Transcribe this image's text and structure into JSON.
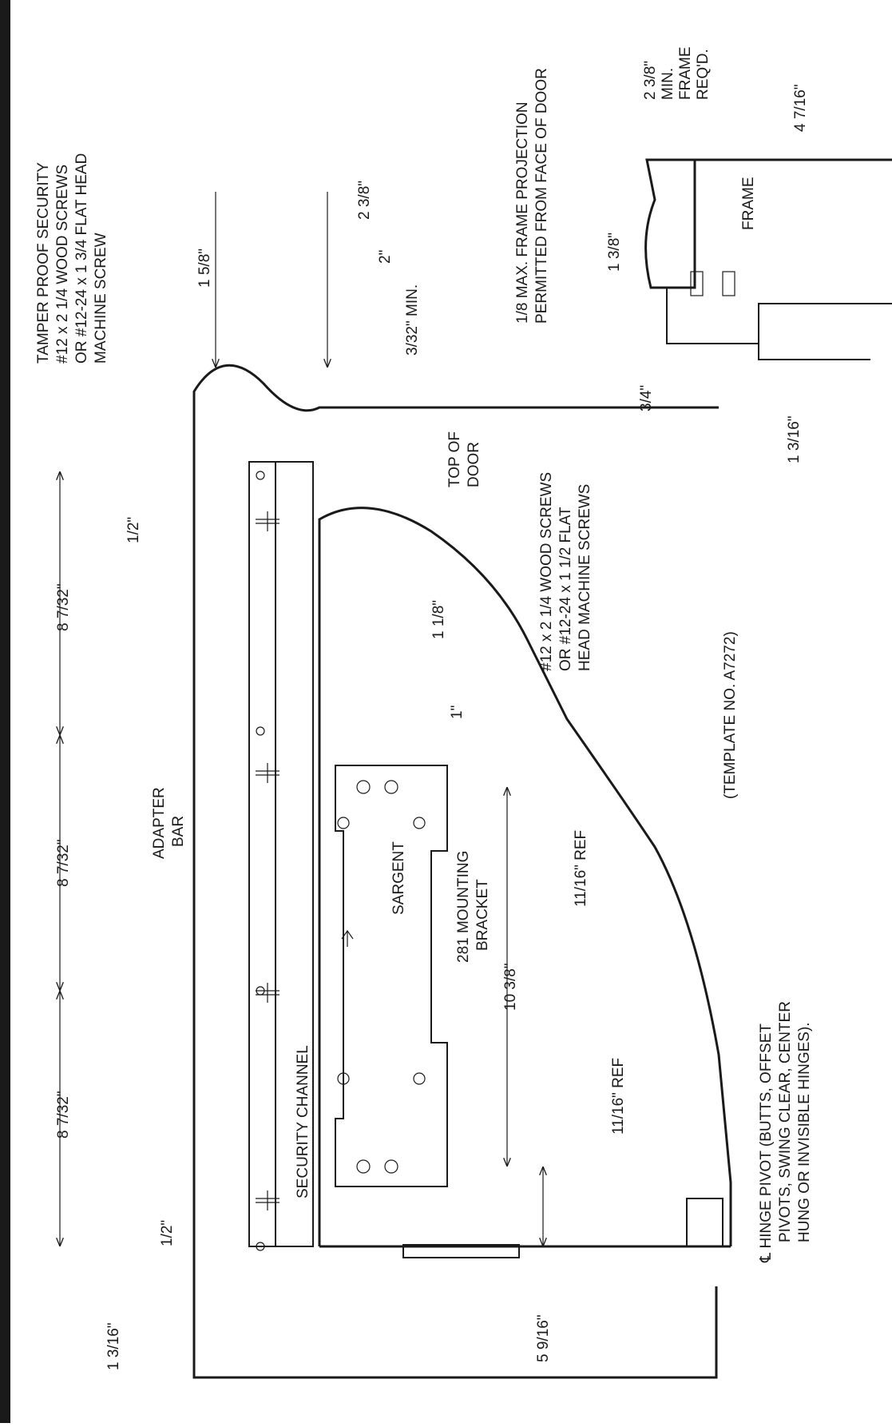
{
  "labels": {
    "tamper": [
      "TAMPER PROOF SECURITY",
      "#12 x 2 1/4 WOOD SCREWS",
      "OR #12-24 x 1 3/4 FLAT HEAD",
      "MACHINE SCREW"
    ],
    "frame_projection": [
      "1/8 MAX. FRAME PROJECTION",
      "PERMITTED FROM FACE OF DOOR"
    ],
    "min_frame": [
      "2 3/8\"",
      "MIN.",
      "FRAME",
      "REQ'D."
    ],
    "top_of_door": [
      "TOP OF",
      "DOOR"
    ],
    "wood_screws": [
      "#12 x 2 1/4 WOOD SCREWS",
      "OR #12-24 x 1 1/2 FLAT",
      "HEAD MACHINE SCREWS"
    ],
    "adapter_bar": [
      "ADAPTER",
      "BAR"
    ],
    "mounting_bracket": [
      "281 MOUNTING",
      "BRACKET"
    ],
    "hinge_pivot": [
      "℄ HINGE PIVOT (BUTTS, OFFSET",
      "PIVOTS, SWING CLEAR, CENTER",
      "HUNG OR INVISIBLE HINGES)."
    ],
    "frame": "FRAME",
    "security_channel": "SECURITY CHANNEL",
    "sargent": "SARGENT",
    "template": "(TEMPLATE NO. A7272)"
  },
  "dimensions": {
    "d_2_3_8": "2 3/8\"",
    "d_1_5_8": "1 5/8\"",
    "d_2": "2\"",
    "d_3_32_min": "3/32\" MIN.",
    "d_1_3_8": "1 3/8\"",
    "d_4_7_16": "4 7/16\"",
    "d_3_4": "3/4\"",
    "d_1_3_16_top": "1 3/16\"",
    "d_half_a": "1/2\"",
    "d_8_7_32_a": "8 7/32\"",
    "d_8_7_32_b": "8 7/32\"",
    "d_8_7_32_c": "8 7/32\"",
    "d_half_b": "1/2\"",
    "d_1_3_16_bot": "1 3/16\"",
    "d_1_1_8": "1 1/8\"",
    "d_1": "1\"",
    "d_10_3_8": "10 3/8\"",
    "d_11_16_ref_a": "11/16\" REF",
    "d_11_16_ref_b": "11/16\" REF",
    "d_5_9_16": "5 9/16\""
  },
  "colors": {
    "ink": "#1a1a1a",
    "paper": "#ffffff"
  }
}
